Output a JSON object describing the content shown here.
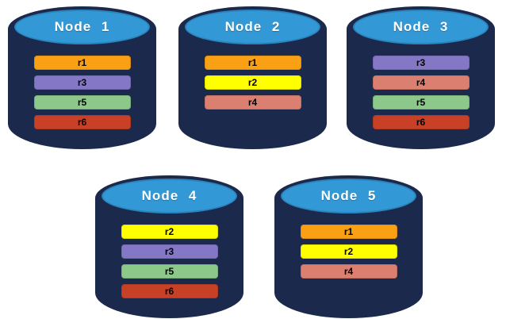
{
  "diagram": {
    "background": "#ffffff"
  },
  "colors": {
    "cylinder_body": "#1b2a4c",
    "cylinder_top": "#3399d6",
    "cylinder_top_border": "#2a84bd",
    "node_label": "#ffffff",
    "replica_label": "#000000",
    "replicas": {
      "r1": "#faa015",
      "r2": "#ffff00",
      "r3": "#8478c6",
      "r4": "#db8070",
      "r5": "#8cc88a",
      "r6": "#c84126"
    }
  },
  "nodes": [
    {
      "label": "Node 1",
      "replicas": [
        "r1",
        "r3",
        "r5",
        "r6"
      ]
    },
    {
      "label": "Node 2",
      "replicas": [
        "r1",
        "r2",
        "r4"
      ]
    },
    {
      "label": "Node 3",
      "replicas": [
        "r3",
        "r4",
        "r5",
        "r6"
      ]
    },
    {
      "label": "Node 4",
      "replicas": [
        "r2",
        "r3",
        "r5",
        "r6"
      ]
    },
    {
      "label": "Node 5",
      "replicas": [
        "r1",
        "r2",
        "r4"
      ]
    }
  ]
}
